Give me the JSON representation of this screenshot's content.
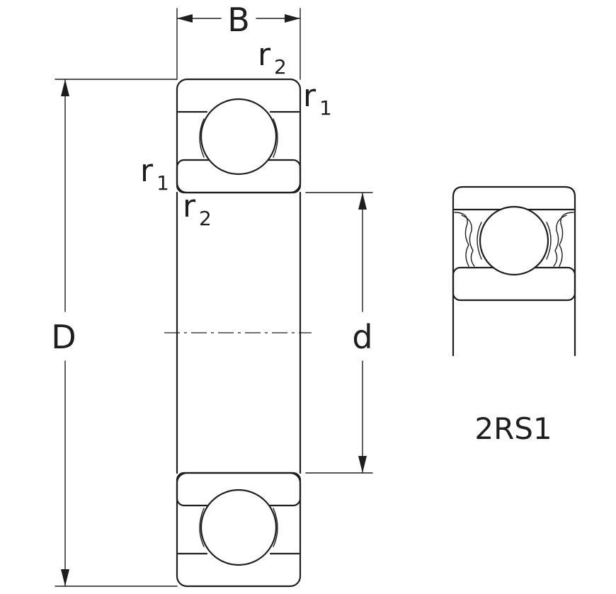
{
  "labels": {
    "width": "B",
    "outer_diameter": "D",
    "bore_diameter": "d",
    "radius_letter": "r",
    "sub_one": "1",
    "sub_two": "2",
    "variant": "2RS1"
  },
  "colors": {
    "line": "#1e1e1e",
    "background": "#ffffff"
  }
}
